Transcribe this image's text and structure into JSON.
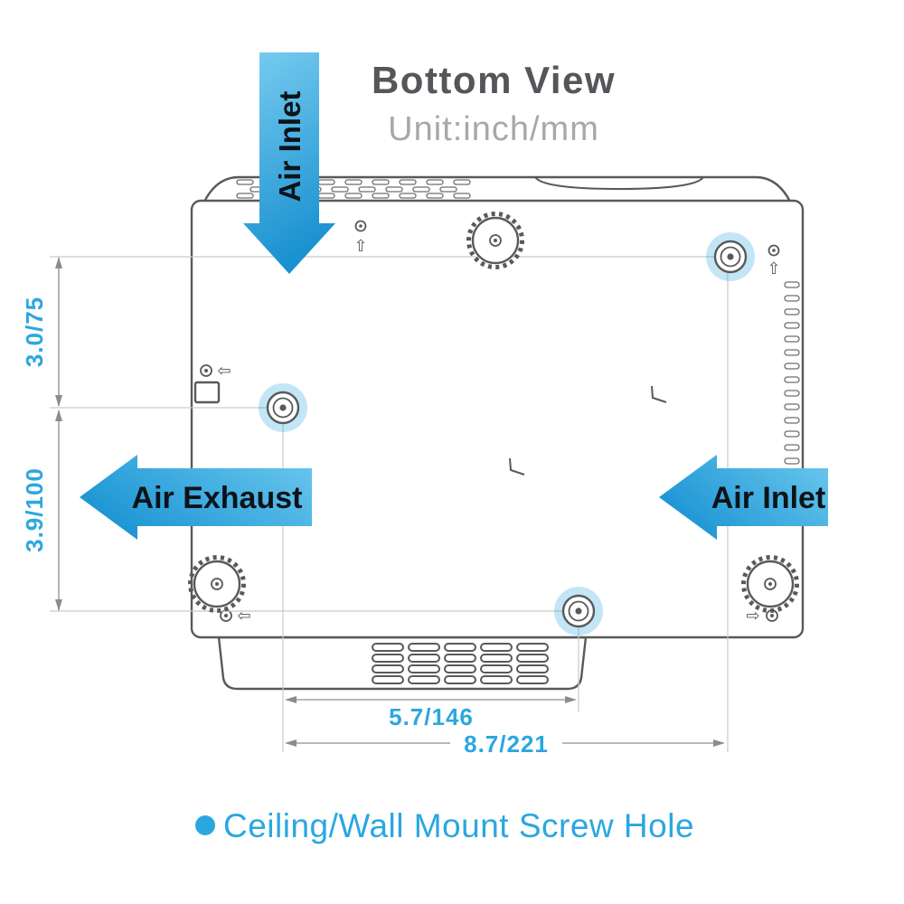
{
  "header": {
    "title": "Bottom View",
    "subtitle": "Unit:inch/mm"
  },
  "airflow": {
    "top_label": "Air Inlet",
    "left_label": "Air Exhaust",
    "right_label": "Air Inlet"
  },
  "dims": {
    "left_upper": "3.0/75",
    "left_lower": "3.9/100",
    "bottom_inner": "5.7/146",
    "bottom_outer": "8.7/221"
  },
  "legend": {
    "label": "Ceiling/Wall Mount Screw Hole"
  },
  "icons": {
    "up_arrow": "⇧",
    "left_arrow": "⇦",
    "right_arrow": "⇨"
  },
  "colors": {
    "accent_blue": "#2ba7e0",
    "arrow_gradient_light": "#79cdf0",
    "arrow_gradient_dark": "#1a91d0",
    "outline_gray": "#58595b",
    "title_gray": "#55565a",
    "subtitle_gray": "#a8a8a8"
  }
}
